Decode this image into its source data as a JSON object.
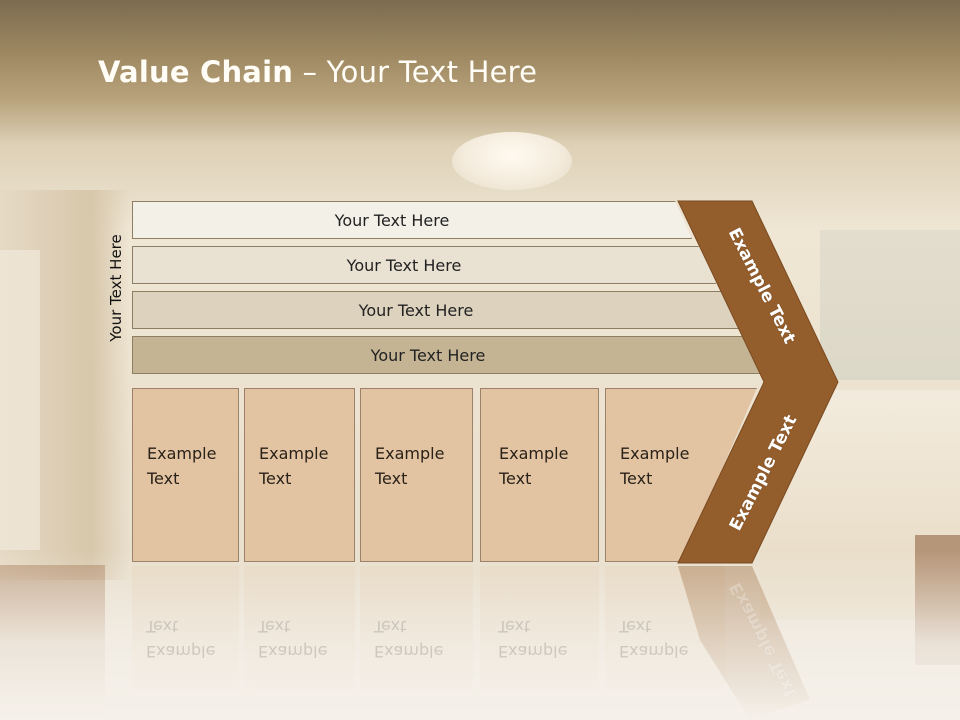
{
  "title": {
    "bold": "Value Chain",
    "rest": " – Your Text Here"
  },
  "side_label": "Your Text Here",
  "rows": [
    {
      "label": "Your Text Here",
      "color": "#f3f0e8"
    },
    {
      "label": "Your Text Here",
      "color": "#e9e1d2"
    },
    {
      "label": "Your Text Here",
      "color": "#ddd2bd"
    },
    {
      "label": "Your Text Here",
      "color": "#c4b494"
    }
  ],
  "cells": [
    {
      "line1": "Example",
      "line2": "Text"
    },
    {
      "line1": "Example",
      "line2": "Text"
    },
    {
      "line1": "Example",
      "line2": "Text"
    },
    {
      "line1": "Example",
      "line2": "Text"
    },
    {
      "line1": "Example",
      "line2": "Text"
    }
  ],
  "chevron": {
    "upper_text": "Example Text",
    "lower_text": "Example Text",
    "color": "#935d2c"
  }
}
